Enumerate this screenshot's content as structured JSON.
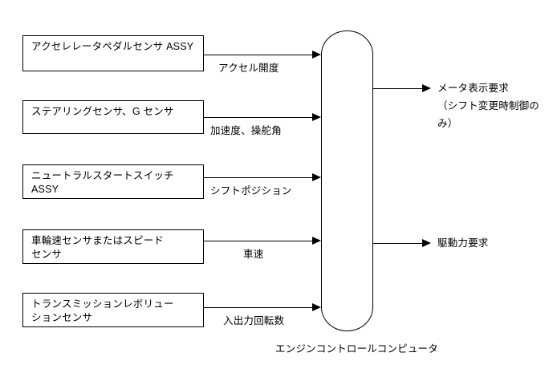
{
  "diagram": {
    "caption": "エンジンコントロールコンピュータ",
    "sensors": [
      {
        "label": "アクセレレータペダルセンサ ASSY",
        "signal": "アクセル開度"
      },
      {
        "label": "ステアリングセンサ、G センサ",
        "signal": "加速度、操舵角"
      },
      {
        "label": "ニュートラルスタートスイッチ\nASSY",
        "signal": "シフトポジション"
      },
      {
        "label": "車輪速センサまたはスピード\nセンサ",
        "signal": "車速"
      },
      {
        "label": "トランスミッションレボリュー\nションセンサ",
        "signal": "入出力回転数"
      }
    ],
    "outputs": [
      {
        "label": "メータ表示要求\n（シフト変更時制御のみ）"
      },
      {
        "label": "駆動力要求"
      }
    ]
  },
  "style": {
    "stroke": "#000000",
    "background": "#ffffff"
  }
}
